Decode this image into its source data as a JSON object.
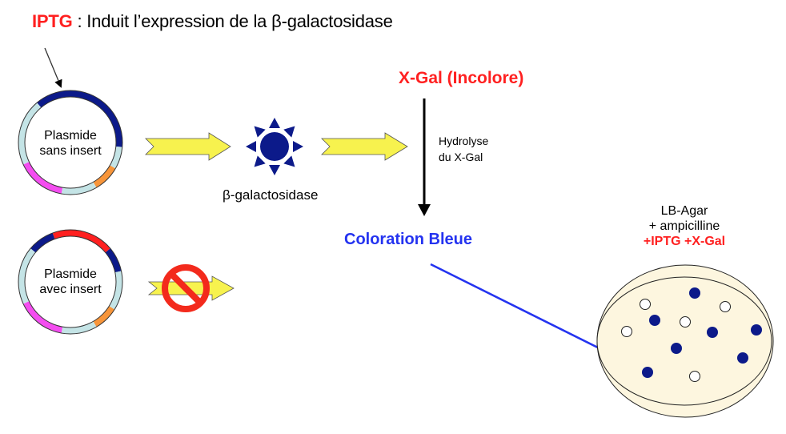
{
  "title": {
    "keyword": "IPTG",
    "text": " : Induit l’expression de la β-galactosidase",
    "keyword_color": "#ff2020"
  },
  "plasmids": [
    {
      "label_line1": "Plasmide",
      "label_line2": "sans insert",
      "segments": [
        "dark-blue",
        "light-blue",
        "orange",
        "light-blue",
        "magenta",
        "light-blue"
      ],
      "has_insert": false
    },
    {
      "label_line1": "Plasmide",
      "label_line2": "avec insert",
      "segments": [
        "dark-blue",
        "red-insert",
        "dark-blue",
        "light-blue",
        "orange",
        "light-blue",
        "magenta",
        "light-blue"
      ],
      "has_insert": true
    }
  ],
  "enzyme": {
    "label": "β-galactosidase",
    "icon": "sun-enzyme-icon"
  },
  "substrate": {
    "label": "X-Gal (Incolore)",
    "reaction_line1": "Hydrolyse",
    "reaction_line2": "du X-Gal"
  },
  "product": {
    "label": "Coloration Bleue"
  },
  "plate": {
    "line1": "LB-Agar",
    "line2": "+ ampicilline",
    "line3": "+IPTG +X-Gal",
    "blue_colonies": 7,
    "white_colonies": 5
  },
  "colors": {
    "red": "#ff2020",
    "blue_text": "#2433f0",
    "dark_blue": "#0c1a8a",
    "light_blue": "#c4e4e6",
    "orange": "#f7953a",
    "magenta": "#f44df0",
    "yellow_arrow": "#f7f24e",
    "agar": "#fdf6df",
    "forbidden_red": "#f32a1c"
  }
}
